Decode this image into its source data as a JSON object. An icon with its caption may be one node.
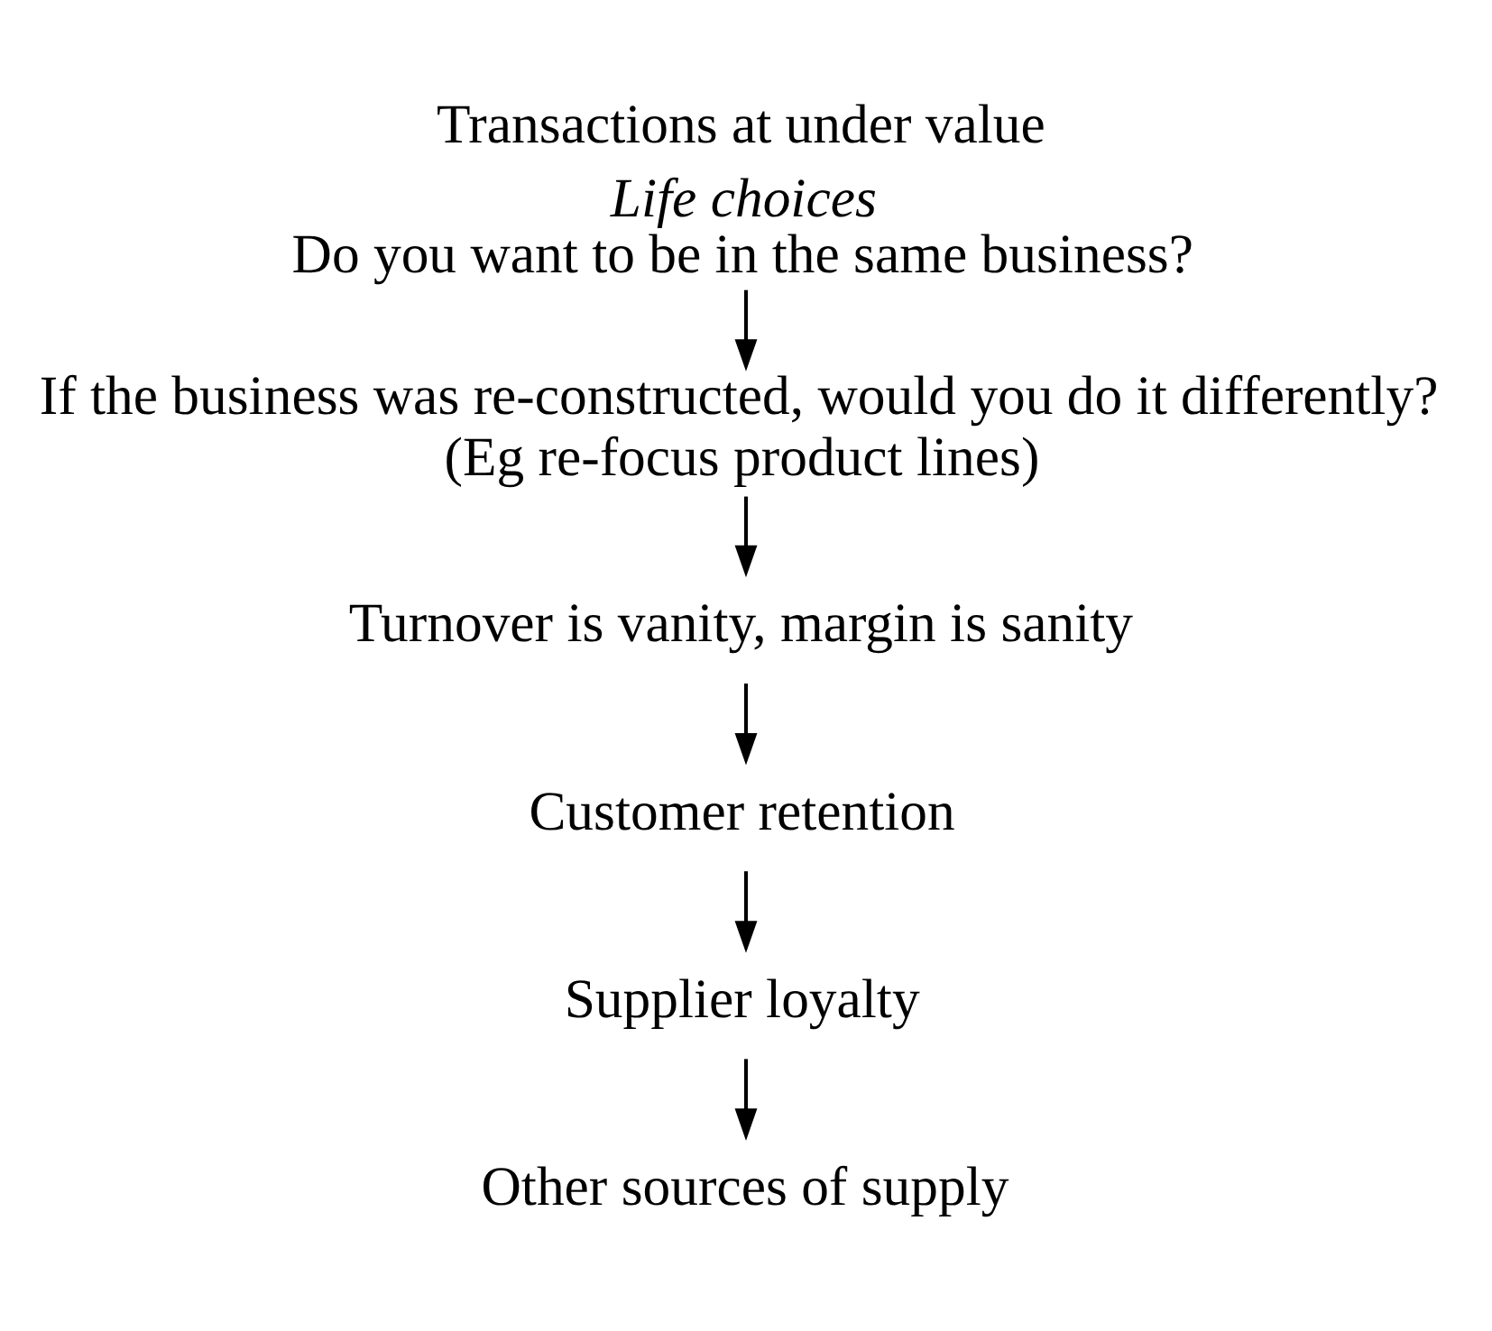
{
  "diagram": {
    "title": "Transactions at under value",
    "nodes": [
      {
        "text": [
          "Life choices",
          "Do you want to be in the same business?"
        ]
      },
      {
        "text": [
          "If the business was re-constructed, would you do it differently?",
          "(Eg re-focus product lines)"
        ]
      },
      {
        "text": [
          "Turnover is vanity, margin is sanity"
        ]
      },
      {
        "text": [
          "Customer retention"
        ]
      },
      {
        "text": [
          "Supplier loyalty"
        ]
      },
      {
        "text": [
          "Other sources of supply"
        ]
      }
    ],
    "edges": [
      {
        "from": 0,
        "to": 1,
        "arrow": "to"
      },
      {
        "from": 1,
        "to": 2,
        "arrow": "to"
      },
      {
        "from": 2,
        "to": 3,
        "arrow": "to"
      },
      {
        "from": 3,
        "to": 4,
        "arrow": "to"
      },
      {
        "from": 4,
        "to": 5,
        "arrow": "to"
      }
    ]
  }
}
